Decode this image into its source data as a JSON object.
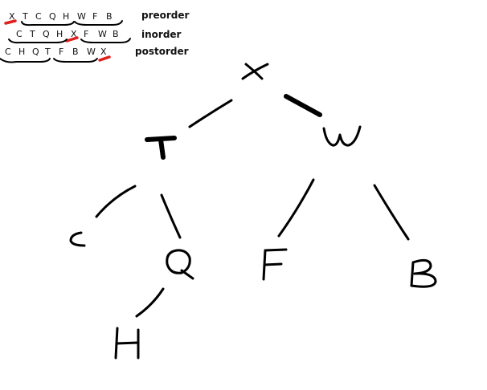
{
  "traversals": [
    {
      "label": "preorder",
      "sequence": [
        "X",
        "T",
        "C",
        "Q",
        "H",
        "W",
        "F",
        "B"
      ]
    },
    {
      "label": "inorder",
      "sequence": [
        "C",
        "T",
        "Q",
        "H",
        "X",
        "F",
        "W",
        "B"
      ]
    },
    {
      "label": "postorder",
      "sequence": [
        "C",
        "H",
        "Q",
        "T",
        "F",
        "B",
        "W",
        "X"
      ]
    }
  ],
  "tree": {
    "root": "X",
    "nodes": [
      {
        "id": "X",
        "label": "X"
      },
      {
        "id": "T",
        "label": "T"
      },
      {
        "id": "W",
        "label": "W"
      },
      {
        "id": "C",
        "label": "C"
      },
      {
        "id": "Q",
        "label": "Q"
      },
      {
        "id": "F",
        "label": "F"
      },
      {
        "id": "B",
        "label": "B"
      },
      {
        "id": "H",
        "label": "H"
      }
    ],
    "edges": [
      {
        "from": "X",
        "to": "T"
      },
      {
        "from": "X",
        "to": "W"
      },
      {
        "from": "T",
        "to": "C"
      },
      {
        "from": "T",
        "to": "Q"
      },
      {
        "from": "W",
        "to": "F"
      },
      {
        "from": "W",
        "to": "B"
      },
      {
        "from": "Q",
        "to": "H"
      }
    ]
  },
  "colors": {
    "ink": "#000000",
    "highlight": "#e0201c",
    "background": "#ffffff"
  }
}
